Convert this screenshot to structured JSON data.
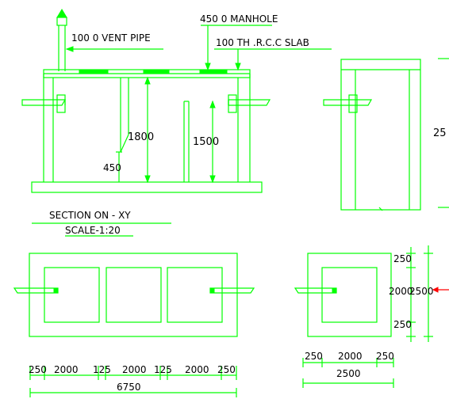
{
  "labels": {
    "manhole": "450 0 MANHOLE",
    "vent_pipe": "100 0 VENT PIPE",
    "slab": "100 TH .R.C.C SLAB",
    "dim_1800": "1800",
    "dim_1500": "1500",
    "dim_450": "450",
    "dim_250_side": "25",
    "section_title": "SECTION ON  - XY",
    "scale": "SCALE-1:20"
  },
  "plan_dims": {
    "segments": [
      "250",
      "2000",
      "125",
      "2000",
      "125",
      "2000",
      "250"
    ],
    "total": "6750"
  },
  "small_plan_dims": {
    "segments": [
      "250",
      "2000",
      "250"
    ],
    "total": "2500"
  },
  "small_plan_vertical": {
    "top": "250",
    "middle": "2000",
    "overall": "2500",
    "bottom": "250"
  },
  "colors": {
    "linework": "#00ff00",
    "text": "#000000",
    "marker": "#ff0000",
    "background": "#ffffff"
  }
}
